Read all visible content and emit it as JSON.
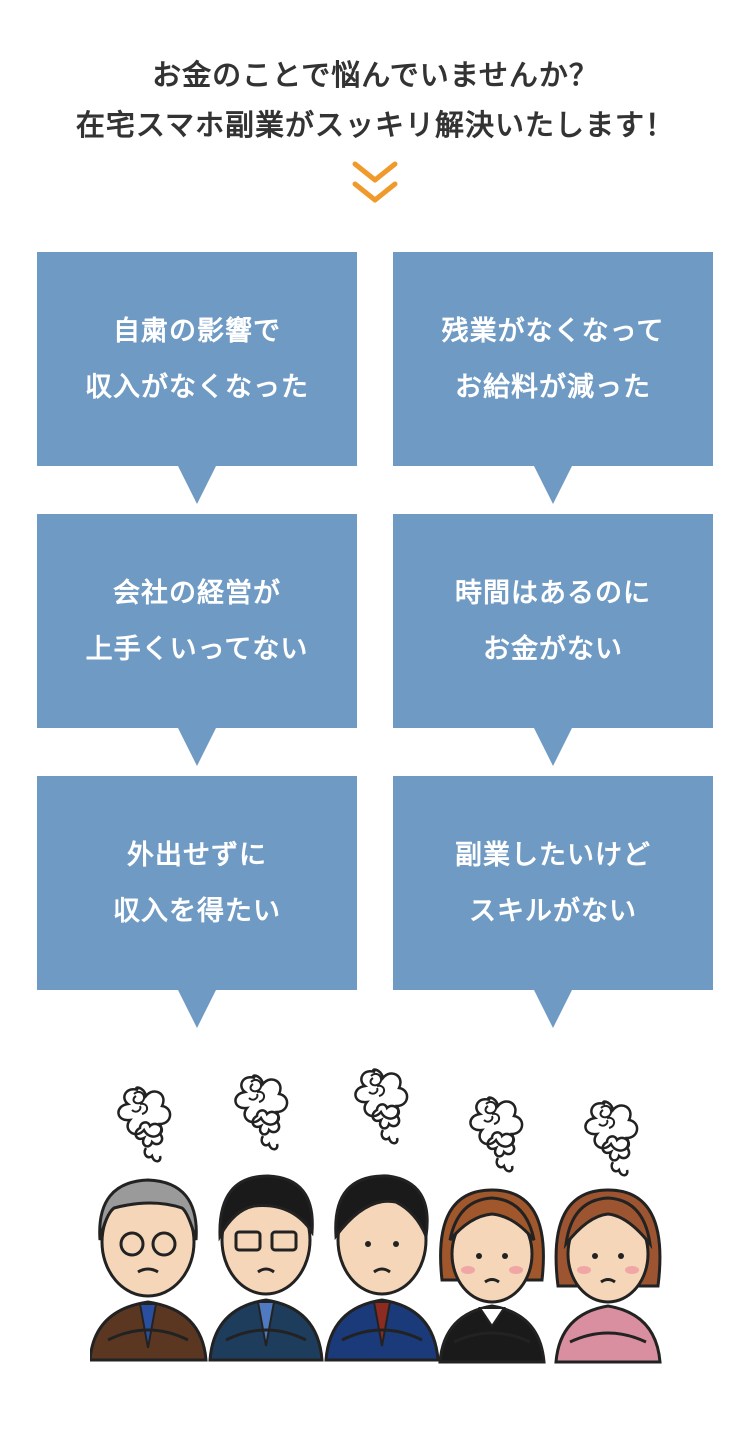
{
  "headline": {
    "line1": "お金のことで悩んでいませんか？",
    "line2": "在宅スマホ副業がスッキリ解決いたします！"
  },
  "colors": {
    "bubble": "#6f9ac4",
    "chevron": "#f19a2c",
    "text": "#333333"
  },
  "bubbles": [
    {
      "line1": "自粛の影響で",
      "line2": "収入がなくなった"
    },
    {
      "line1": "残業がなくなって",
      "line2": "お給料が減った"
    },
    {
      "line1": "会社の経営が",
      "line2": "上手くいってない"
    },
    {
      "line1": "時間はあるのに",
      "line2": "お金がない"
    },
    {
      "line1": "外出せずに",
      "line2": "収入を得たい"
    },
    {
      "line1": "副業したいけど",
      "line2": "スキルがない"
    }
  ],
  "illustration": {
    "icon": "worried-people-illustration"
  }
}
